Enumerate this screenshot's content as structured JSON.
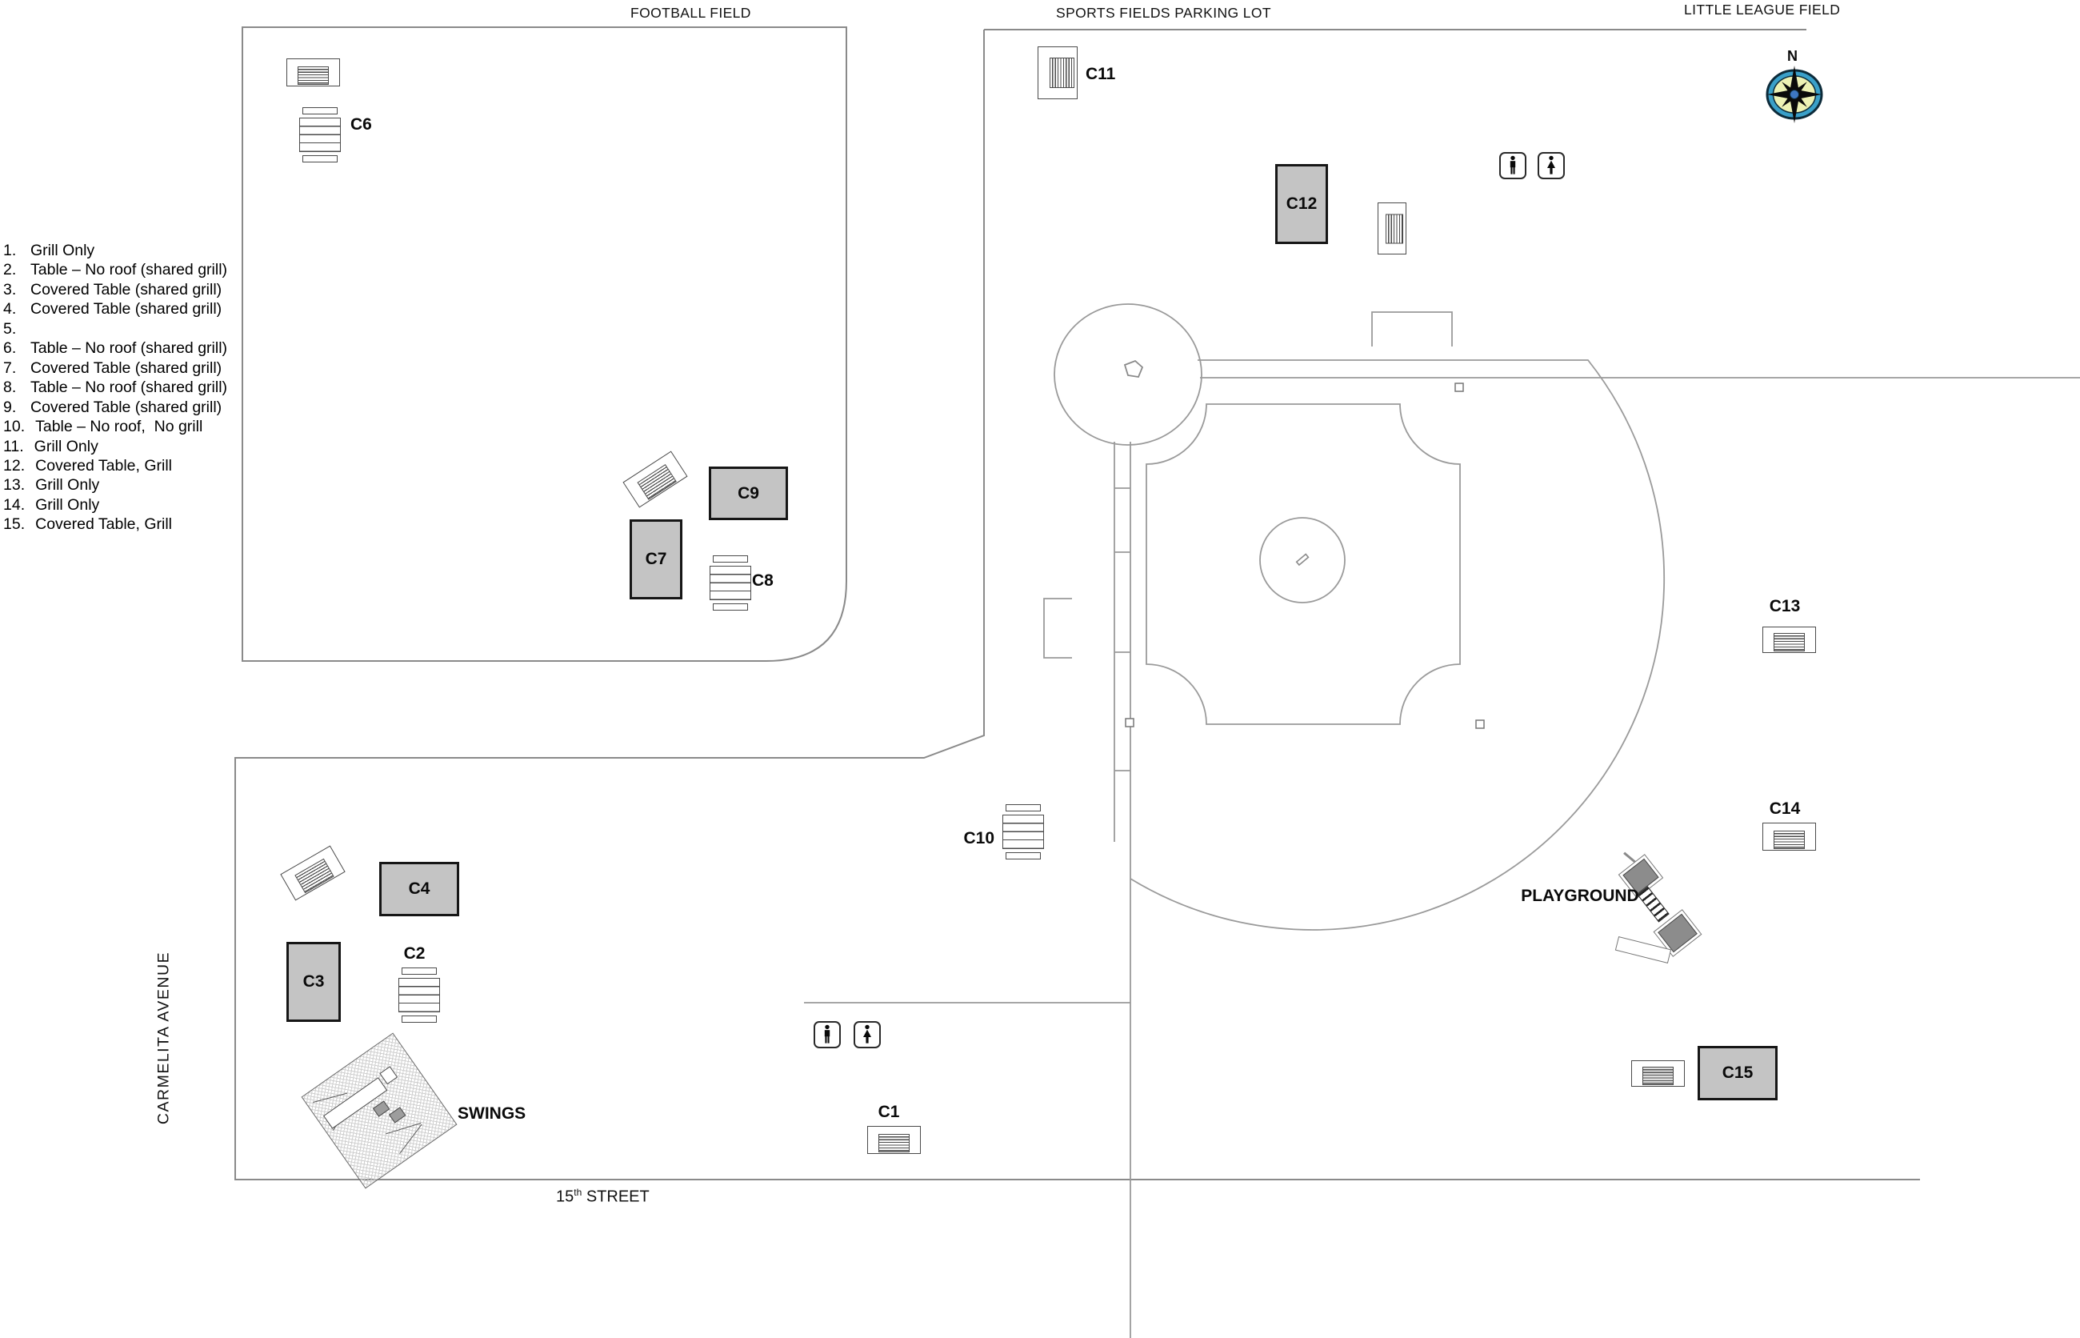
{
  "header_labels": {
    "football_field": "FOOTBALL FIELD",
    "parking_lot": "SPORTS FIELDS PARKING LOT",
    "little_league": "LITTLE LEAGUE FIELD"
  },
  "street_labels": {
    "carmelita": "CARMELITA AVENUE",
    "fifteenth_num": "15",
    "fifteenth_sup": "th",
    "fifteenth_rest": " STREET"
  },
  "area_labels": {
    "playground": "PLAYGROUND",
    "swings": "SWINGS"
  },
  "compass": {
    "north": "N"
  },
  "legend": {
    "items": [
      {
        "num": "1.",
        "text": "Grill Only"
      },
      {
        "num": "2.",
        "text": "Table – No roof (shared grill)"
      },
      {
        "num": "3.",
        "text": "Covered Table (shared grill)"
      },
      {
        "num": "4.",
        "text": "Covered Table (shared grill)"
      },
      {
        "num": "5.",
        "text": ""
      },
      {
        "num": "6.",
        "text": "Table – No roof (shared grill)"
      },
      {
        "num": "7.",
        "text": "Covered Table (shared grill)"
      },
      {
        "num": "8.",
        "text": "Table – No roof (shared grill)"
      },
      {
        "num": "9.",
        "text": "Covered Table (shared grill)"
      },
      {
        "num": "10.",
        "text": "Table – No roof,  No grill"
      },
      {
        "num": "11.",
        "text": "Grill Only"
      },
      {
        "num": "12.",
        "text": "Covered Table, Grill"
      },
      {
        "num": "13.",
        "text": "Grill Only"
      },
      {
        "num": "14.",
        "text": "Grill Only"
      },
      {
        "num": "15.",
        "text": "Covered Table, Grill"
      }
    ]
  },
  "sites": {
    "c1": "C1",
    "c2": "C2",
    "c3": "C3",
    "c4": "C4",
    "c6": "C6",
    "c7": "C7",
    "c8": "C8",
    "c9": "C9",
    "c10": "C10",
    "c11": "C11",
    "c12": "C12",
    "c13": "C13",
    "c14": "C14",
    "c15": "C15"
  },
  "colors": {
    "boundary_line": "#8a8a8a",
    "field_line": "#9a9a9a",
    "site_fill": "#c4c4c4",
    "site_border": "#161616",
    "compass_ring": "#3aa0c9",
    "compass_face": "#edf2b4",
    "compass_hub": "#3d77c2"
  }
}
